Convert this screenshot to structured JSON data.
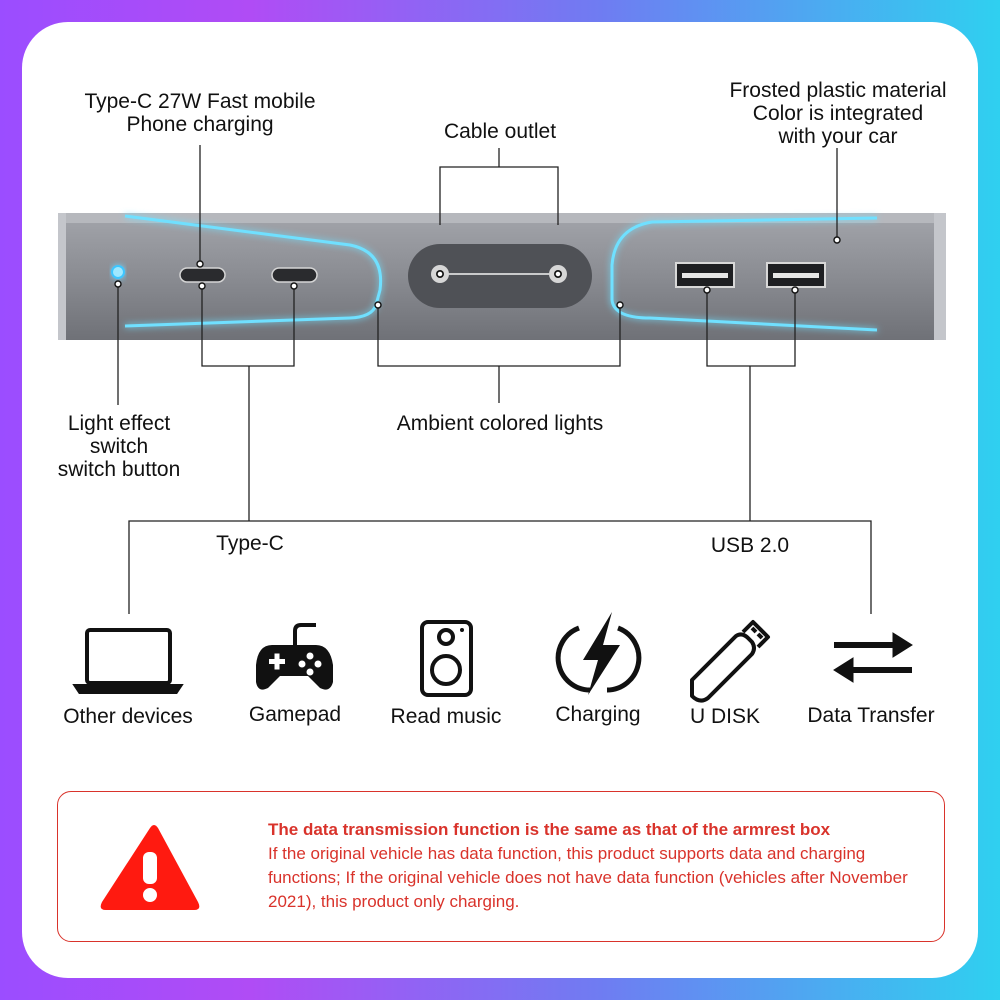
{
  "labels": {
    "typec_fast": [
      "Type-C 27W Fast mobile",
      "Phone charging"
    ],
    "cable_outlet": "Cable outlet",
    "frosted": [
      "Frosted plastic material",
      "Color is integrated",
      "with your car"
    ],
    "light_switch": [
      "Light effect",
      "switch",
      "switch button"
    ],
    "ambient": "Ambient colored lights",
    "typec": "Type-C",
    "usb": "USB 2.0"
  },
  "icons": [
    {
      "name": "laptop-icon",
      "label": "Other devices"
    },
    {
      "name": "gamepad-icon",
      "label": "Gamepad"
    },
    {
      "name": "speaker-icon",
      "label": "Read music"
    },
    {
      "name": "lightning-icon",
      "label": "Charging"
    },
    {
      "name": "usb-drive-icon",
      "label": "U DISK"
    },
    {
      "name": "transfer-arrows-icon",
      "label": "Data Transfer"
    }
  ],
  "notice": {
    "heading": "The data transmission function is the same as that of the armrest box",
    "body": "If the original vehicle has data function, this product supports data and charging functions; If the original vehicle does not have data function (vehicles after November 2021), this product only charging."
  },
  "colors": {
    "accent_red": "#d9332b",
    "ambient_glow": "#5fd4ff",
    "bar_grey": "#8b8d93"
  }
}
